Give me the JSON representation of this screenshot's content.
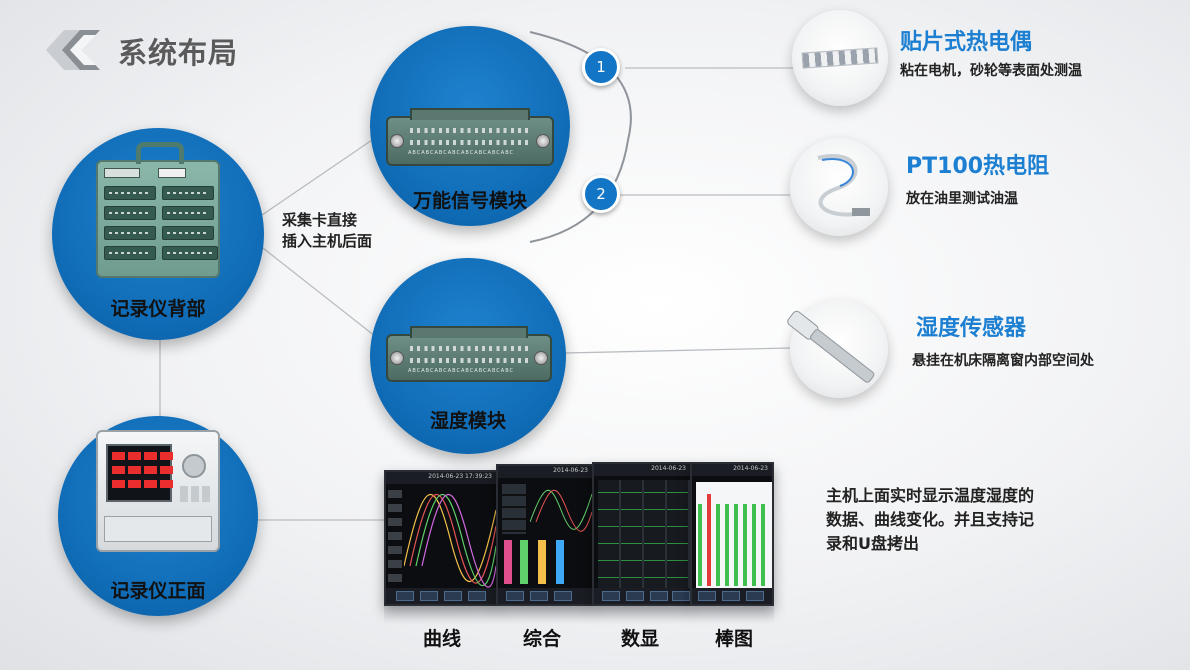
{
  "header": {
    "title": "系统布局"
  },
  "recorder": {
    "back_label": "记录仪背部",
    "front_label": "记录仪正面",
    "connection_note_line1": "采集卡直接",
    "connection_note_line2": "插入主机后面"
  },
  "modules": {
    "universal_label": "万能信号模块",
    "humidity_label": "湿度模块",
    "pin_text": "ABCABCABCABCABCABCABCABC"
  },
  "badges": [
    "1",
    "2"
  ],
  "sensors": [
    {
      "title": "贴片式热电偶",
      "desc": "粘在电机，砂轮等表面处测温"
    },
    {
      "title": "PT100热电阻",
      "desc": "放在油里测试油温"
    },
    {
      "title": "湿度传感器",
      "desc": "悬挂在机床隔离窗内部空间处"
    }
  ],
  "display_note": {
    "line1": "主机上面实时显示温度湿度的",
    "line2": "数据、曲线变化。并且支持记",
    "line3": "录和U盘拷出"
  },
  "screens": [
    {
      "label": "曲线",
      "date": "2014-06-23 17:39:23"
    },
    {
      "label": "综合",
      "date": "2014-06-23"
    },
    {
      "label": "数显",
      "date": "2014-06-23"
    },
    {
      "label": "棒图",
      "date": "2014-06-23"
    }
  ],
  "colors": {
    "accent_blue": "#1275c5",
    "title_blue": "#1c7fd1",
    "disc_blue": "#0f6ab4",
    "title_gray": "#5a5a5a"
  }
}
